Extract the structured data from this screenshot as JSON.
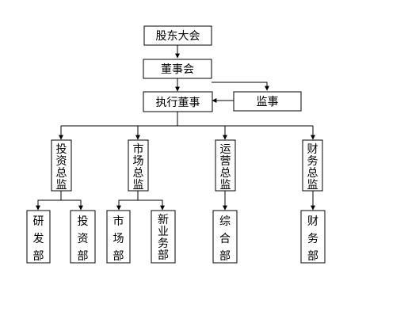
{
  "nodes": {
    "shareholders": "股东大会",
    "board": "董事会",
    "executive": "执行董事",
    "supervisor": "监事",
    "dir_invest": "投资总监",
    "dir_market": "市场总监",
    "dir_ops": "运营总监",
    "dir_finance": "财务总监",
    "dept_rd": "研发部",
    "dept_invest": "投资部",
    "dept_market": "市场部",
    "dept_newbiz": "新业务部",
    "dept_ops": "综合部",
    "dept_finance": "财务部"
  }
}
